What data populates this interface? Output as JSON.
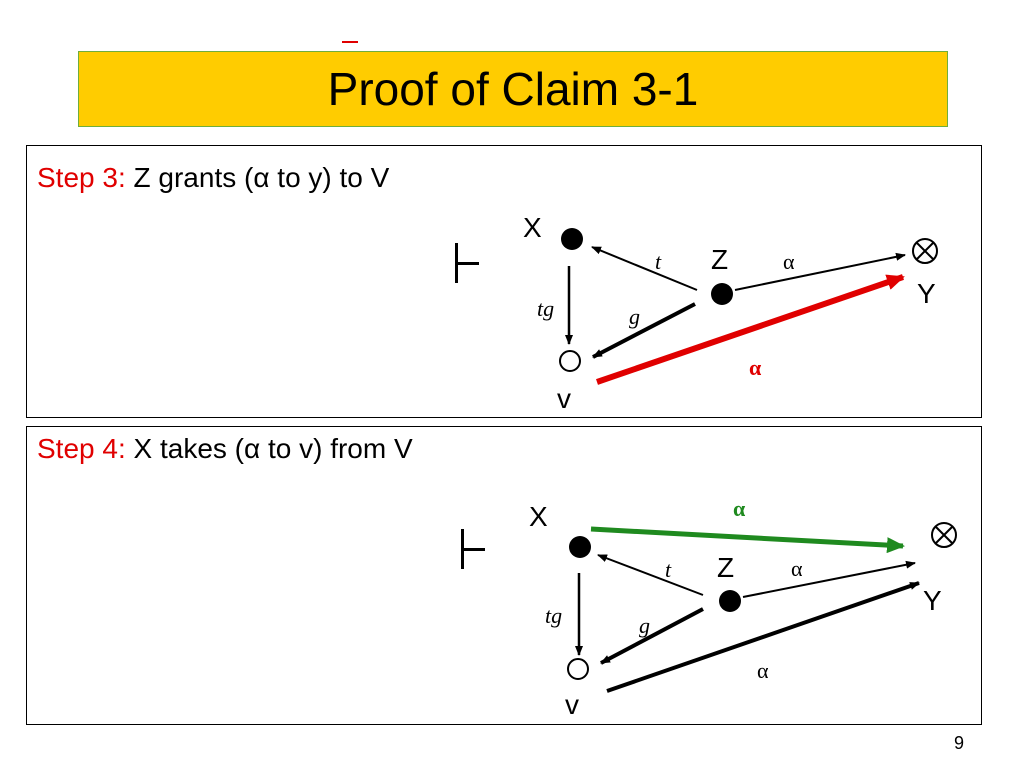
{
  "slide": {
    "title": "Proof of Claim 3-1",
    "page_number": "9"
  },
  "colors": {
    "title_bg": "#ffcc00",
    "title_border": "#6fae3c",
    "step_label": "#e00000",
    "new_edge_step3": "#e00000",
    "new_edge_step4": "#1f8a1f"
  },
  "steps": [
    {
      "label": "Step 3:",
      "text": "Z grants (α to y) to V",
      "nodes": {
        "x": "X",
        "z": "Z",
        "y": "Y",
        "v": "v"
      },
      "edges": {
        "z_to_x": "t",
        "x_to_v": "tg",
        "z_to_v": "g",
        "z_to_y": "α",
        "new_edge": "α"
      }
    },
    {
      "label": "Step 4:",
      "text": "X takes (α to v) from V",
      "nodes": {
        "x": "X",
        "z": "Z",
        "y": "Y",
        "v": "v"
      },
      "edges": {
        "z_to_x": "t",
        "x_to_v": "tg",
        "z_to_v": "g",
        "z_to_y": "α",
        "v_to_y": "α",
        "new_edge": "α"
      }
    }
  ]
}
